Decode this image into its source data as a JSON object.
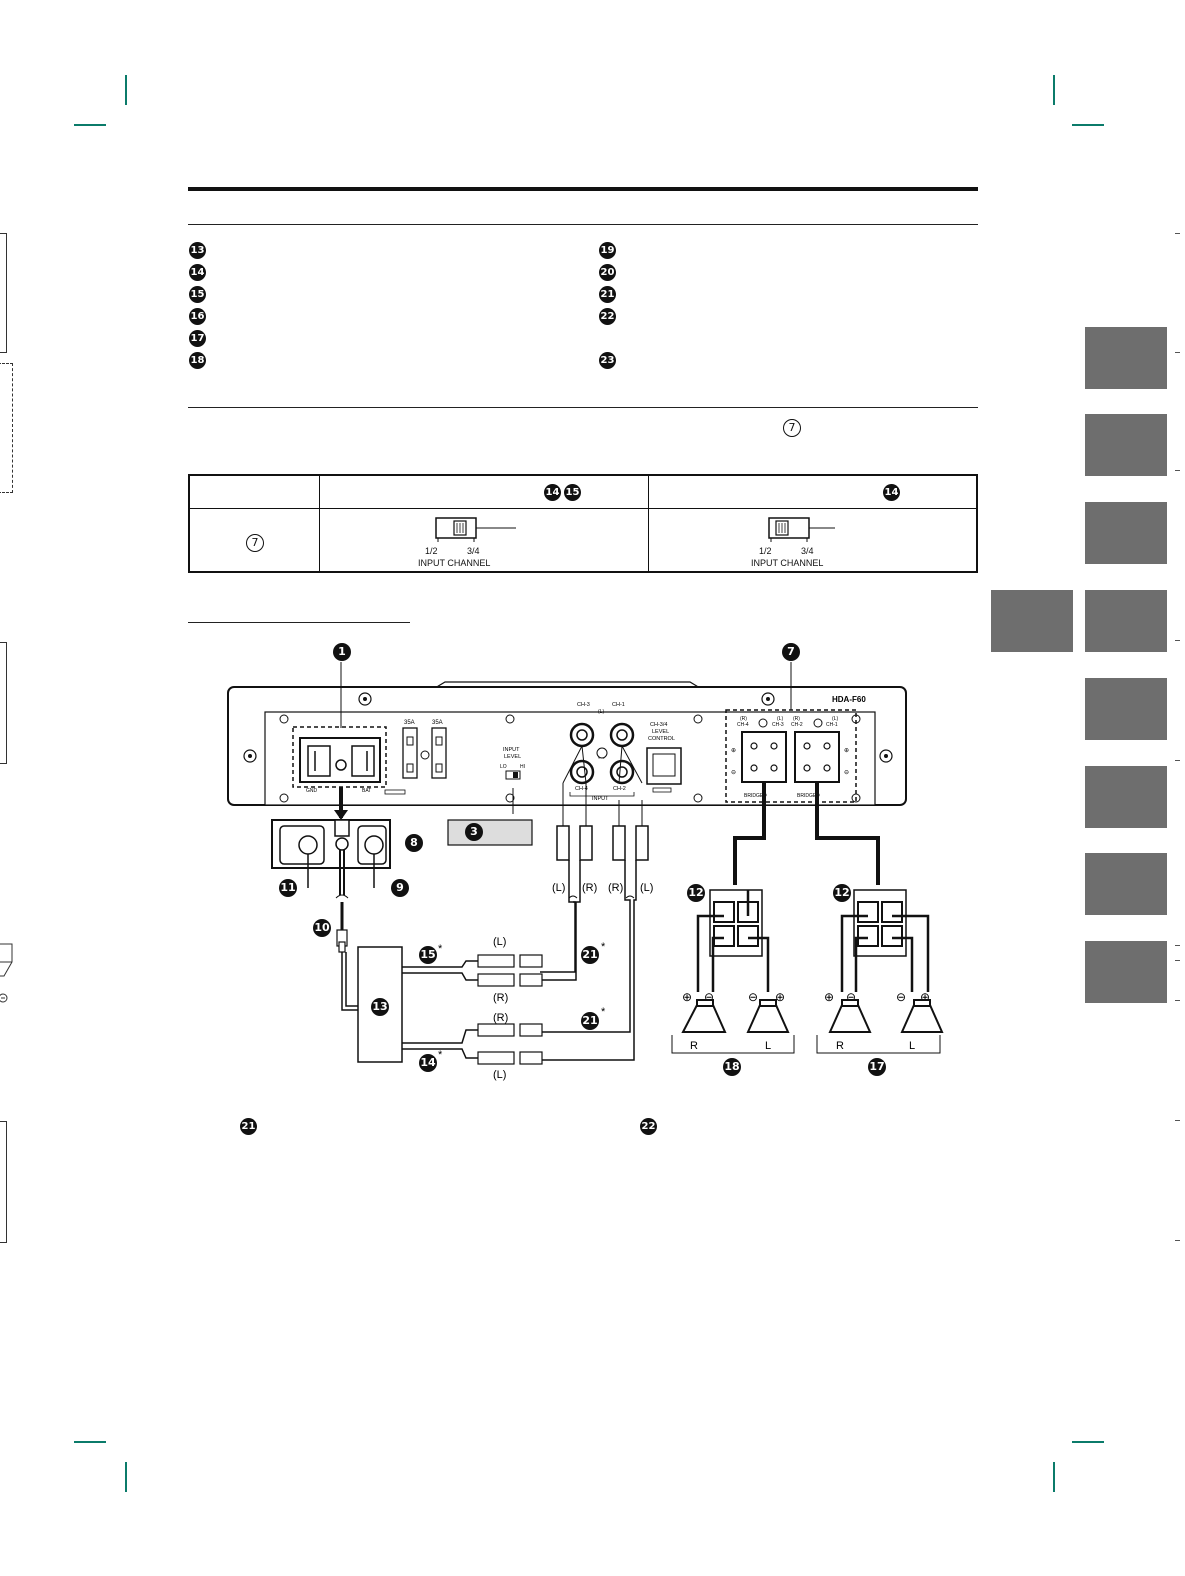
{
  "list_left": [
    "13",
    "14",
    "15",
    "16",
    "17",
    "18"
  ],
  "list_right": [
    "19",
    "20",
    "21",
    "22",
    "23"
  ],
  "notes_ref": "7",
  "table": {
    "header_col2_refs": [
      "14",
      "15"
    ],
    "header_col3_refs": [
      "14"
    ],
    "row_ref": "7",
    "switch_left_label": "1/2",
    "switch_right_label": "3/4",
    "switch_caption": "INPUT CHANNEL"
  },
  "diagram": {
    "model": "HDA-F60",
    "fuse_label": "35A",
    "input_level_label": "INPUT\nLEVEL",
    "lo_label": "LO",
    "hi_label": "HI",
    "ch3": "CH-3",
    "ch1": "CH-1",
    "ch4": "CH-4",
    "ch2": "CH-2",
    "L": "(L)",
    "R": "(R)",
    "input_label": "INPUT",
    "level_control": "CH-3/4\nLEVEL\nCONTROL",
    "gnd": "GND",
    "bat": "BAT",
    "spk_ch4": "(R)\nCH-4",
    "spk_ch3": "(L)\nCH-3",
    "spk_ch2": "(R)\nCH-2",
    "spk_ch1": "(L)\nCH-1",
    "bridged": "BRIDGED",
    "speaker_R": "R",
    "speaker_L": "L",
    "asterisk": "*",
    "callouts": {
      "c1": "1",
      "c7": "7",
      "c3": "3",
      "c8": "8",
      "c9": "9",
      "c10": "10",
      "c11": "11",
      "c12": "12",
      "c13": "13",
      "c14": "14",
      "c15": "15",
      "c17": "17",
      "c18": "18",
      "c21": "21"
    }
  },
  "footnote_refs": [
    "21",
    "22"
  ]
}
